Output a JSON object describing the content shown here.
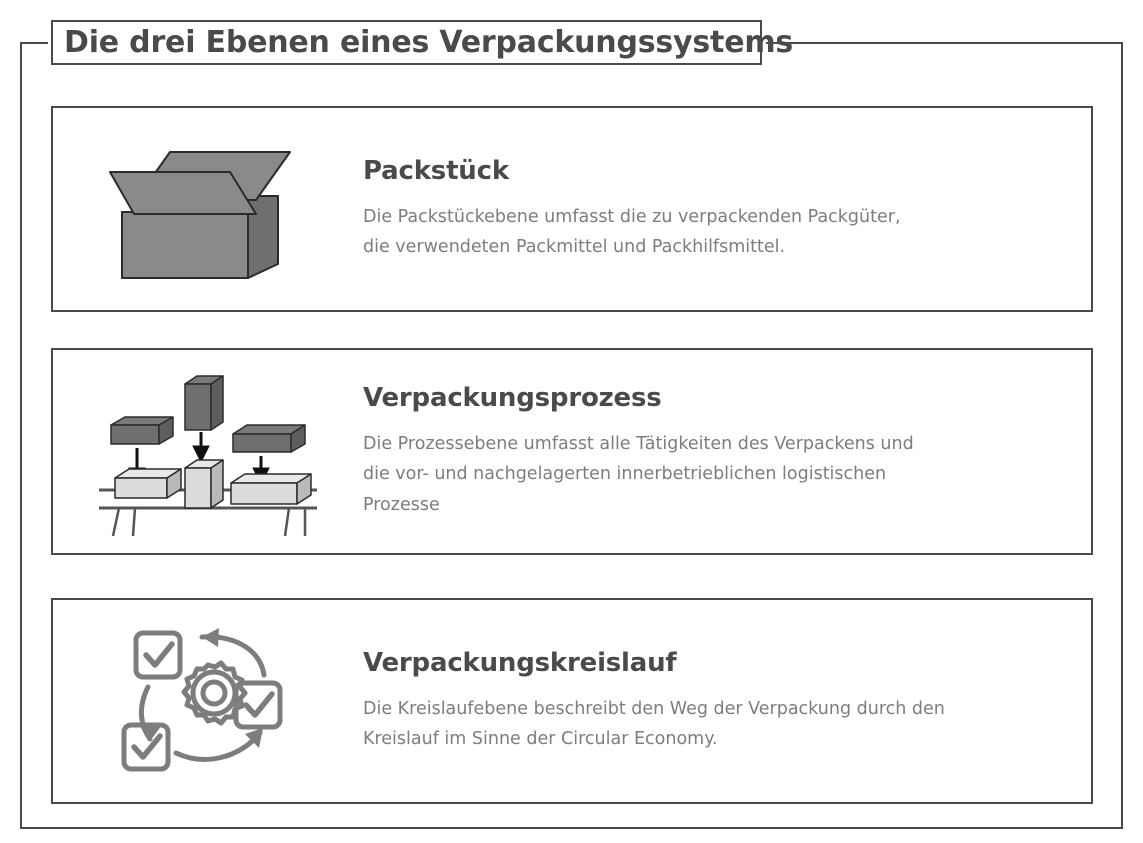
{
  "diagram": {
    "title": "Die drei Ebenen eines Verpackungssystems",
    "colors": {
      "frame": "#4a4a4a",
      "heading": "#4a4a4a",
      "body_text": "#7d7d7d",
      "background": "#ffffff",
      "icon_dark": "#6f6f6f",
      "icon_mid": "#8a8a8a",
      "icon_light": "#dcdcdc",
      "icon_outline": "#2b2b2b"
    },
    "levels": [
      {
        "icon": "open-box-icon",
        "heading": "Packstück",
        "description": "Die Packstückebene umfasst die zu verpackenden Packgüter, die verwendeten Packmittel und Packhilfsmittel."
      },
      {
        "icon": "conveyor-packing-icon",
        "heading": "Verpackungsprozess",
        "description": "Die Prozessebene umfasst alle Tätigkeiten des Verpackens und die vor- und nachgelagerten innerbetrieblichen logistischen Prozesse"
      },
      {
        "icon": "circular-economy-gear-icon",
        "heading": "Verpackungskreislauf",
        "description": "Die Kreislaufebene beschreibt den Weg der Verpackung durch den Kreislauf im Sinne der Circular Economy."
      }
    ]
  }
}
